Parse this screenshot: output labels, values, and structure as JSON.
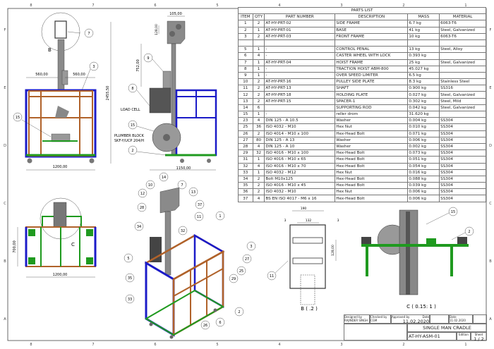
{
  "border": {
    "columns": [
      "8",
      "7",
      "6",
      "5",
      "4",
      "3",
      "2",
      "1"
    ],
    "rows": [
      "F",
      "E",
      "D",
      "C",
      "B",
      "A"
    ]
  },
  "parts_list": {
    "title": "PARTS LIST",
    "headers": [
      "ITEM",
      "QTY",
      "PART NUMBER",
      "DESCRIPTION",
      "MASS",
      "MATERIAL"
    ],
    "rows": [
      [
        "1",
        "2",
        "AT-HY-PRT-02",
        "SIDE FRAME",
        "6.7 kg",
        "6063-T6"
      ],
      [
        "2",
        "1",
        "AT-HY-PRT-01",
        "BASE",
        "41 kg",
        "Steel, Galvanized"
      ],
      [
        "3",
        "2",
        "AT-HY-PRT-03",
        "FRONT FRAME",
        "10 kg",
        "6063-T6"
      ],
      [
        "",
        "",
        "",
        "",
        "",
        ""
      ],
      [
        "5",
        "1",
        "-",
        "CONTROL PENAL",
        "13 kg",
        "Steel, Alloy"
      ],
      [
        "6",
        "4",
        "-",
        "CASTER WHEEL WITH LOCK",
        "0.393 kg",
        ""
      ],
      [
        "7",
        "1",
        "AT-HY-PRT-04",
        "HOIST FRAME",
        "25 kg",
        "Steel, Galvanized"
      ],
      [
        "8",
        "1",
        "-",
        "TRACTION HOIST ABM-800",
        "45.027 kg",
        ""
      ],
      [
        "9",
        "1",
        "-",
        "OVER SPEED LIMITER",
        "6.5 kg",
        ""
      ],
      [
        "10",
        "2",
        "AT-HY-PRT-16",
        "PULLEY SIDE PLATE",
        "8.3 kg",
        "Stainless Steel"
      ],
      [
        "11",
        "2",
        "AT-HY-PRT-13",
        "SHAFT",
        "0.900 kg",
        "SS316"
      ],
      [
        "12",
        "2",
        "AT-HY-PRT-18",
        "HOLDING PLATE",
        "0.027 kg",
        "Steel, Galvanized"
      ],
      [
        "13",
        "2",
        "AT-HY-PRT-15",
        "SPACER-1",
        "0.302 kg",
        "Steel, Mild"
      ],
      [
        "14",
        "6",
        "",
        "SUPPORTING ROD",
        "0.042 kg",
        "Steel, Galvanized"
      ],
      [
        "15",
        "1",
        "-",
        "reller drom",
        "31.620 kg",
        ""
      ],
      [
        "23",
        "4",
        "DIN 125 - A 10.5",
        "Washer",
        "0.004 kg",
        "SS304"
      ],
      [
        "25",
        "36",
        "ISO 4032 - M10",
        "Hex Nut",
        "0.010 kg",
        "SS304"
      ],
      [
        "26",
        "2",
        "ISO 4014 - M10 x 100",
        "Hex-Head Bolt",
        "0.071 kg",
        "SS304"
      ],
      [
        "27",
        "80",
        "DIN 125 - A 13",
        "Washer",
        "0.006 kg",
        "SS304"
      ],
      [
        "28",
        "4",
        "DIN 125 - A 10",
        "Washer",
        "0.002 kg",
        "SS304"
      ],
      [
        "29",
        "32",
        "ISO 4016 - M10 x 100",
        "Hex-Head Bolt",
        "0.073 kg",
        "SS304"
      ],
      [
        "31",
        "1",
        "ISO 4016 - M10 x 65",
        "Hex-Head Bolt",
        "0.051 kg",
        "SS304"
      ],
      [
        "32",
        "4",
        "ISO 4016 - M10 x 70",
        "Hex-Head Bolt",
        "0.054 kg",
        "SS304"
      ],
      [
        "33",
        "1",
        "ISO 4032 - M12",
        "Hex Nut",
        "0.016 kg",
        "SS304"
      ],
      [
        "34",
        "2",
        "Bolt M10x125",
        "Hex-Head Bolt",
        "0.088 kg",
        "SS304"
      ],
      [
        "35",
        "2",
        "ISO 4016 - M10 x 45",
        "Hex-Head Bolt",
        "0.039 kg",
        "SS304"
      ],
      [
        "36",
        "2",
        "ISO 4032 - M10",
        "Hex Nut",
        "0.006 kg",
        "SS304"
      ],
      [
        "37",
        "4",
        "BS EN ISO 4017 - M6 x 16",
        "Hex-Head Bolt",
        "0.006 kg",
        "SS304"
      ]
    ]
  },
  "title_block": {
    "designed_by_label": "Designed by",
    "designed_by": "RAJINDER SINGH",
    "checked_by_label": "Checked by",
    "checked_by": "CGM",
    "approved_by_label": "Approved by",
    "date_label": "Date",
    "approved_date": "11.02.2020",
    "date_label2": "Date",
    "date2": "11.02.2020",
    "title": "SINGLE MAN CRADLE",
    "drawing_number": "AT-HY-ASM-01",
    "edition_label": "Edition",
    "sheet_label": "Sheet",
    "sheet": "1 / 2"
  },
  "front_view": {
    "dims": [
      "560,00",
      "560,00",
      "2455,50",
      "1200,00"
    ],
    "detail_label": "B",
    "balloons": [
      "7",
      "3",
      "15"
    ]
  },
  "side_view": {
    "dims": [
      "105,00",
      "128,00",
      "752,00",
      "1150,00"
    ],
    "notes": [
      "LOAD CELL",
      "PLUMBER BLOCK",
      "SKF-Y/UCP 204/H"
    ],
    "balloons": [
      "9",
      "8",
      "15",
      "2"
    ]
  },
  "top_view": {
    "dims": [
      "700,00",
      "1200,00"
    ],
    "detail_label": "C"
  },
  "iso_view": {
    "balloons": [
      "14",
      "10",
      "7",
      "13",
      "12",
      "37",
      "28",
      "11",
      "1",
      "34",
      "32",
      "3",
      "5",
      "27",
      "25",
      "29",
      "35",
      "33",
      "2",
      "6",
      "26"
    ]
  },
  "detail_b": {
    "dims": [
      "190",
      "3",
      "132",
      "3",
      "128,00"
    ],
    "balloons": [
      "11"
    ],
    "label": "B ( .2 )"
  },
  "detail_c": {
    "balloons": [
      "15",
      "2"
    ],
    "label": "C ( 0.15: 1 )"
  },
  "colors": {
    "frame_blue": "#1b1bc8",
    "frame_brown": "#b0622a",
    "base_green": "#1f9a1f",
    "part_gray": "#8a8a8a",
    "line": "#333333"
  }
}
